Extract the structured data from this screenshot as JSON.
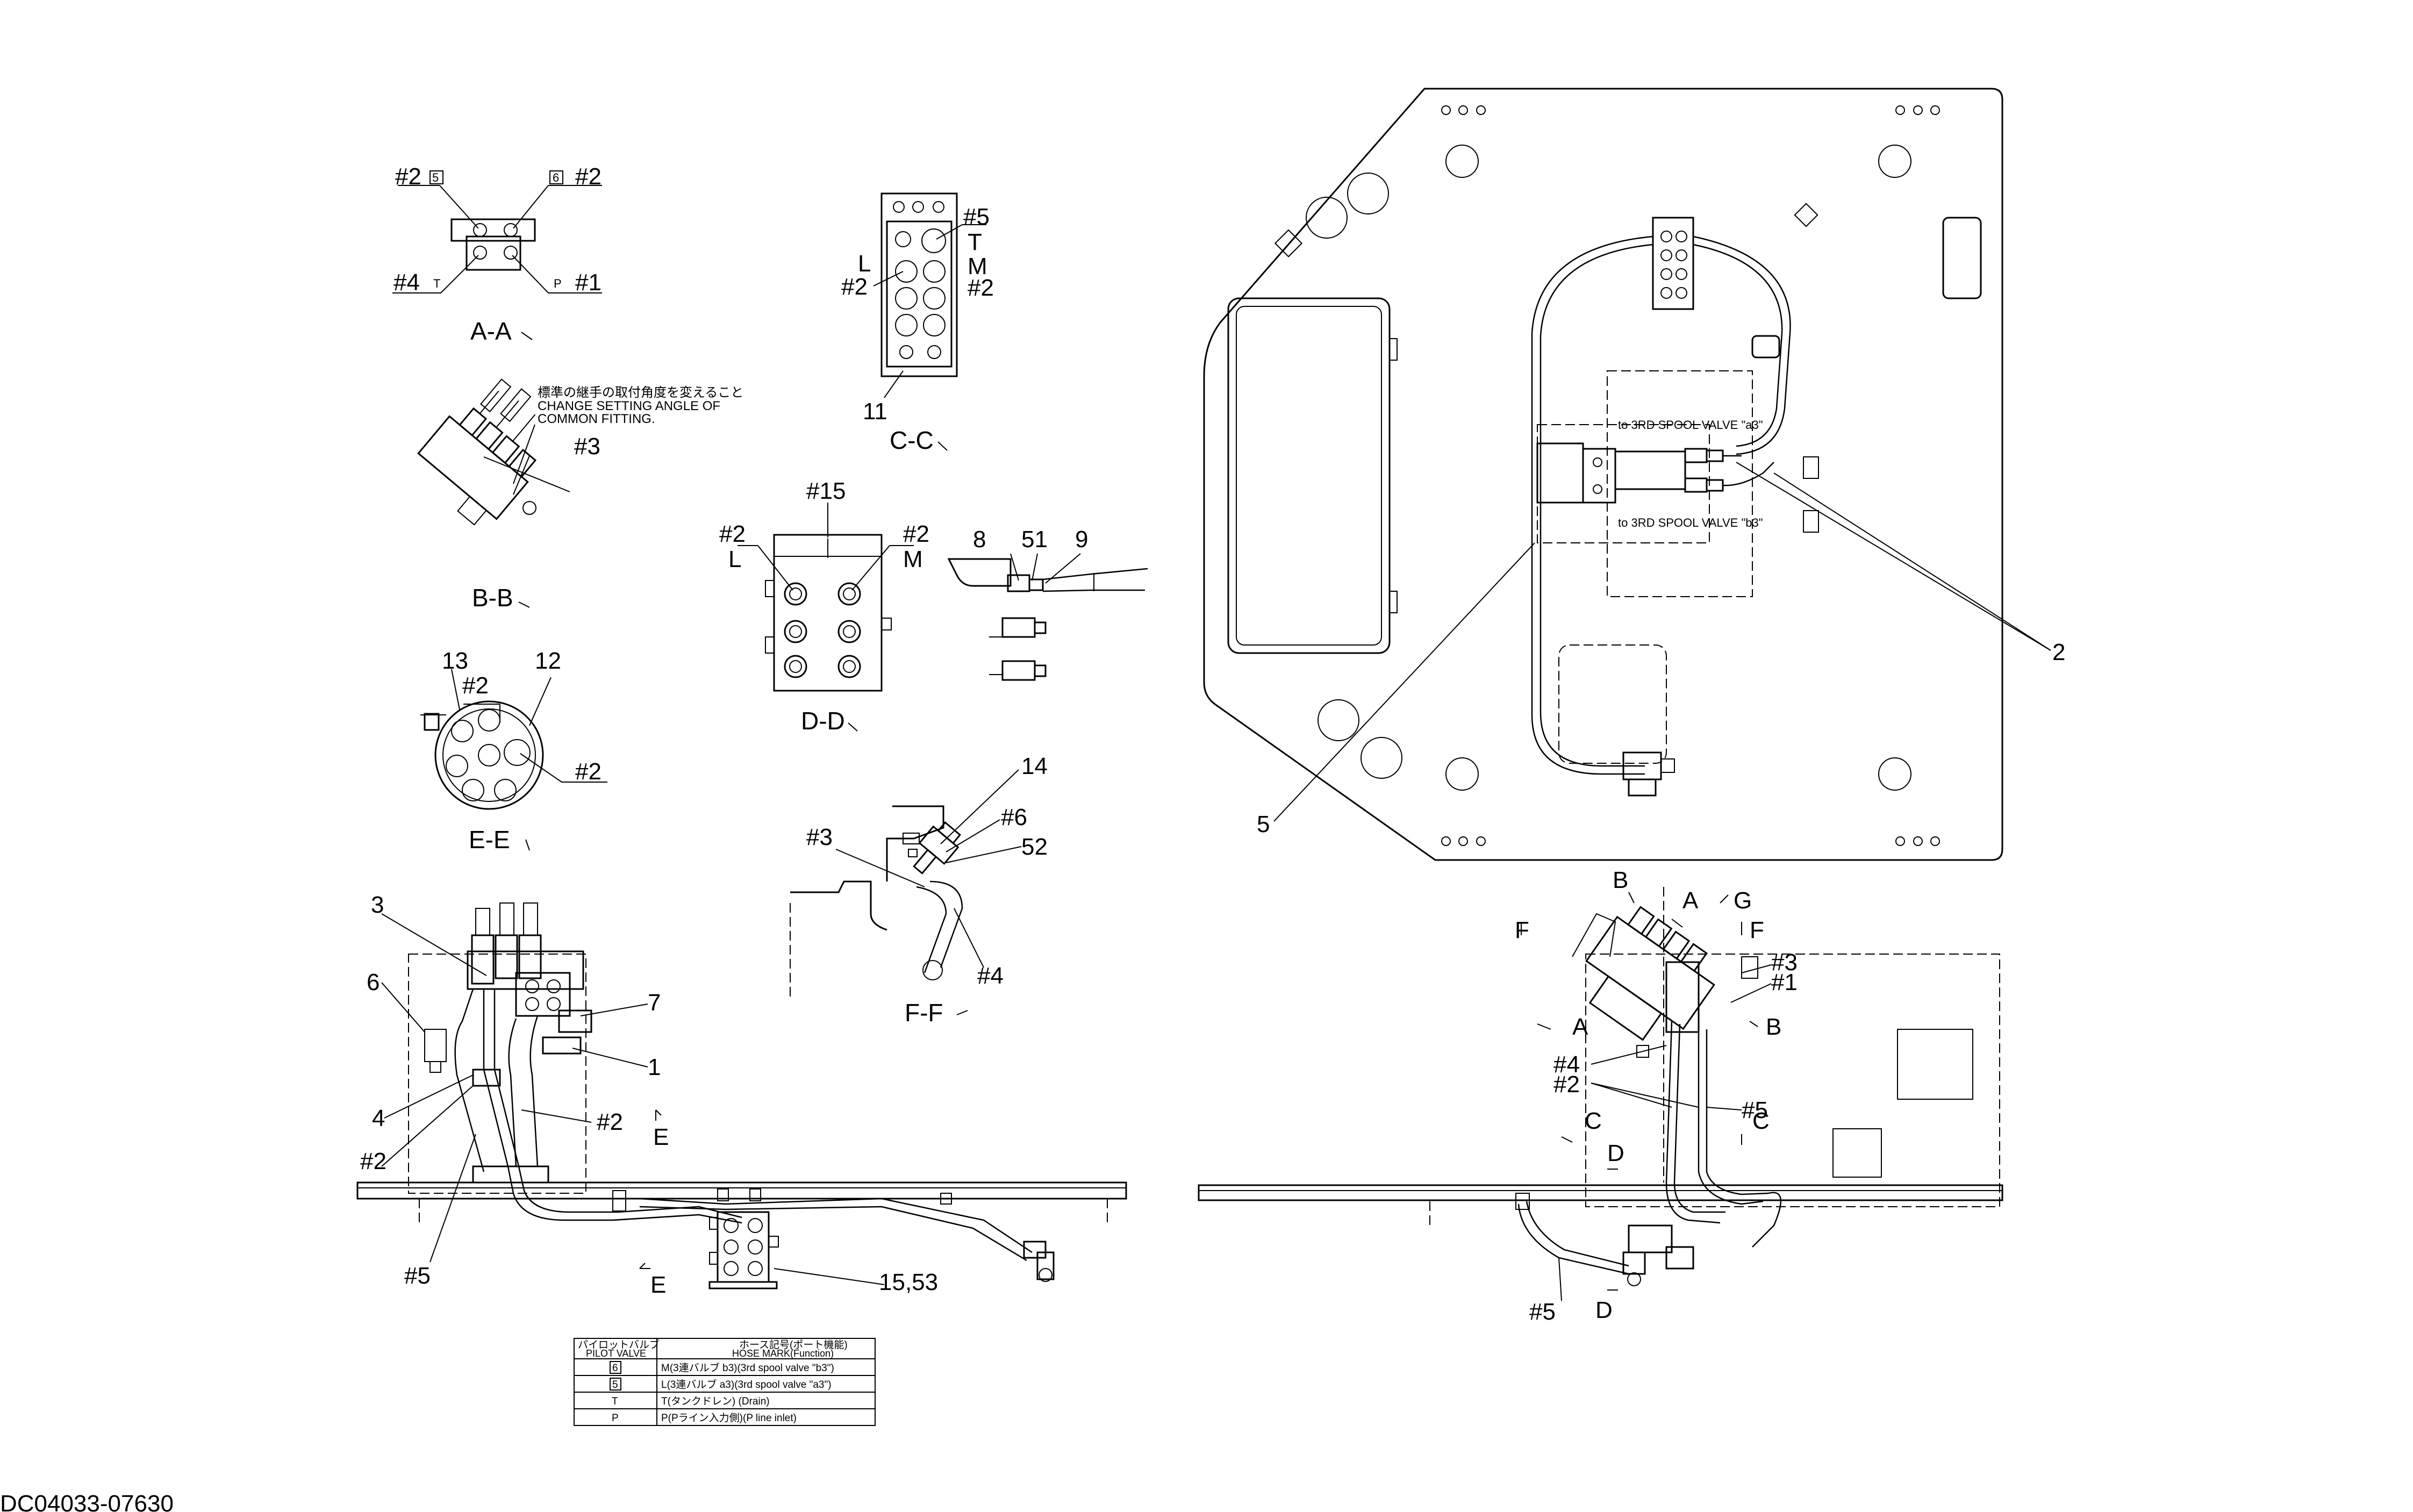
{
  "drawing_number": "DC04033-07630",
  "views": {
    "aa": {
      "title": "A-A",
      "tl": "#2",
      "tl_box": "5",
      "tr_box": "6",
      "tr": "#2",
      "bl": "#4",
      "bl_port": "T",
      "br_port": "P",
      "br": "#1"
    },
    "cc": {
      "title": "C-C",
      "n5": "#5",
      "t": "T",
      "l": "L",
      "m": "M",
      "n2l": "#2",
      "n2r": "#2",
      "part": "11"
    },
    "bb": {
      "title": "B-B",
      "note_jp": "標準の継手の取付角度を変えること",
      "note_en1": "CHANGE SETTING ANGLE OF",
      "note_en2": "COMMON FITTING.",
      "n3": "#3"
    },
    "dd": {
      "title": "D-D",
      "n15": "#15",
      "n2l": "#2",
      "l": "L",
      "n2r": "#2",
      "m": "M",
      "p8": "8",
      "p51": "51",
      "p9": "9"
    },
    "ee": {
      "title": "E-E",
      "p13": "13",
      "p12": "12",
      "n2a": "#2",
      "n2b": "#2"
    },
    "ff": {
      "title": "F-F",
      "p14": "14",
      "n6": "#6",
      "p52": "52",
      "n3": "#3",
      "n4": "#4"
    },
    "left": {
      "p3": "3",
      "p6": "6",
      "p7": "7",
      "p1": "1",
      "p4": "4",
      "n2a": "#2",
      "n2b": "#2",
      "e1": "E",
      "e2": "E",
      "n5": "#5",
      "p1553": "15,53"
    },
    "plan": {
      "valve_a3": "to 3RD SPOOL VALVE \"a3\"",
      "valve_b3": "to 3RD SPOOL VALVE \"b3\"",
      "p2": "2",
      "p5": "5"
    },
    "right": {
      "b1": "B",
      "a1": "A",
      "g": "G",
      "f1": "F",
      "f2": "F",
      "n3": "#3",
      "n1": "#1",
      "a2": "A",
      "b2": "B",
      "n4": "#4",
      "n2": "#2",
      "n5a": "#5",
      "c1": "C",
      "c2": "C",
      "d1": "D",
      "d2": "D",
      "n5b": "#5"
    }
  },
  "table": {
    "h1_jp": "パイロットバルブ",
    "h1_en": "PILOT VALVE",
    "h2_jp": "ホース記号(ポート機能)",
    "h2_en": "HOSE MARK(Function)",
    "rows": [
      {
        "port": "6",
        "mark": "M(3連バルブ b3)(3rd spool valve \"b3\")"
      },
      {
        "port": "5",
        "mark": "L(3連バルブ a3)(3rd spool valve \"a3\")"
      },
      {
        "port": "T",
        "mark": "T(タンクドレン) (Drain)"
      },
      {
        "port": "P",
        "mark": "P(Pライン入力側)(P line inlet)"
      }
    ]
  }
}
